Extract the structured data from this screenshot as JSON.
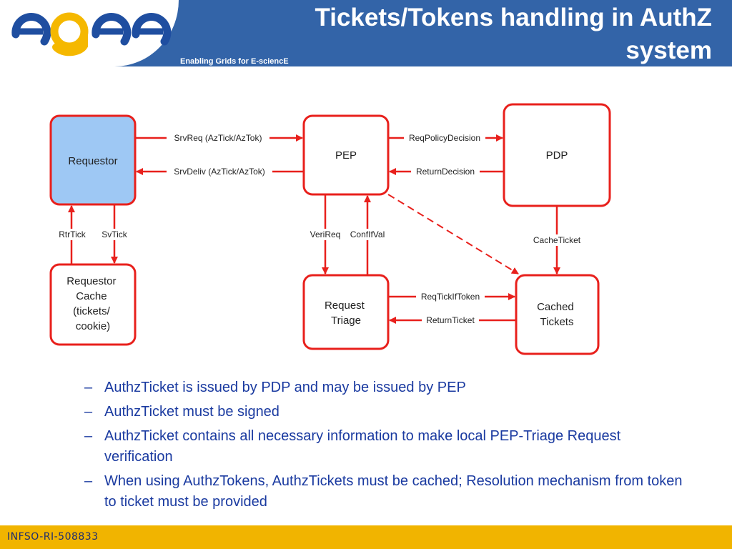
{
  "header": {
    "logo_text": "egee",
    "tagline": "Enabling Grids for E-sciencE",
    "title_line1": "Tickets/Tokens handling in AuthZ",
    "title_line2": "system"
  },
  "diagram": {
    "nodes": {
      "requestor": [
        "Requestor"
      ],
      "pep": [
        "PEP"
      ],
      "pdp": [
        "PDP"
      ],
      "requestor_cache": [
        "Requestor",
        "Cache",
        "(tickets/",
        "cookie)"
      ],
      "request_triage": [
        "Request",
        "Triage"
      ],
      "cached_tickets": [
        "Cached",
        "Tickets"
      ]
    },
    "edges": {
      "srvreq": "SrvReq (AzTick/AzTok)",
      "srvdeliv": "SrvDeliv (AzTick/AzTok)",
      "reqpolicydecision": "ReqPolicyDecision",
      "returndecision": "ReturnDecision",
      "rtrtick": "RtrTick",
      "svtick": "SvTick",
      "verireq": "VeriReq",
      "conflfval": "ConfIfVal",
      "cacheticket": "CacheTicket",
      "reqtickiftoken": "ReqTickIfToken",
      "returnticket": "ReturnTicket"
    },
    "colors": {
      "border": "#e8201c",
      "requestor_fill": "#9ec8f4",
      "node_fill": "#ffffff"
    }
  },
  "bullets": [
    "AuthzTicket is issued by PDP and may be issued by PEP",
    "AuthzTicket must be signed",
    "AuthzTicket contains all necessary information to make local PEP-Triage Request verification",
    "When using AuthzTokens, AuthzTickets must be cached; Resolution mechanism from token to ticket must be provided"
  ],
  "bullet_marker": "–",
  "footer": {
    "text": "INFSO-RI-508833"
  },
  "colors": {
    "header_bg": "#3364a8",
    "footer_bg": "#f1b400",
    "bullet_text": "#1a3aa0",
    "logo_blue": "#1f4ea0",
    "logo_yellow": "#f5b800"
  }
}
